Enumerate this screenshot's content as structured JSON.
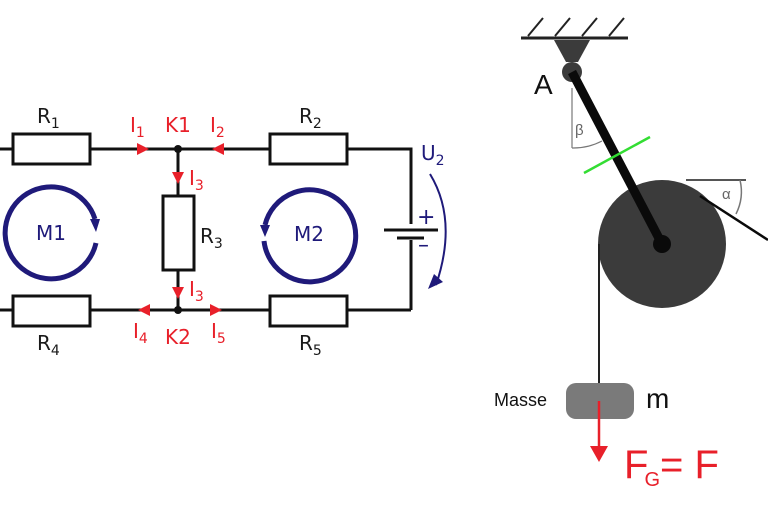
{
  "circuit": {
    "resistors": [
      {
        "id": "R1",
        "label": "R",
        "sub": "1"
      },
      {
        "id": "R2",
        "label": "R",
        "sub": "2"
      },
      {
        "id": "R3",
        "label": "R",
        "sub": "3"
      },
      {
        "id": "R4",
        "label": "R",
        "sub": "4"
      },
      {
        "id": "R5",
        "label": "R",
        "sub": "5"
      }
    ],
    "nodes": {
      "k1": "K1",
      "k2": "K2"
    },
    "currents": [
      {
        "id": "I1",
        "label": "I",
        "sub": "1"
      },
      {
        "id": "I2",
        "label": "I",
        "sub": "2"
      },
      {
        "id": "I3_top",
        "label": "I",
        "sub": "3"
      },
      {
        "id": "I3_bottom",
        "label": "I",
        "sub": "3"
      },
      {
        "id": "I4",
        "label": "I",
        "sub": "4"
      },
      {
        "id": "I5",
        "label": "I",
        "sub": "5"
      }
    ],
    "meshes": {
      "m1": "M1",
      "m2": "M2"
    },
    "source": {
      "label": "U",
      "sub": "2",
      "plus": "+",
      "minus": "–"
    },
    "colors": {
      "wire": "#111111",
      "current": "#e8202a",
      "mesh": "#1f1a7a"
    }
  },
  "mechanics": {
    "pivot_label": "A",
    "angle_beta": "β",
    "angle_alpha": "α",
    "mass_label": "Masse",
    "mass_symbol": "m",
    "force": {
      "main": "F",
      "sub": "G",
      "rest": "= F"
    },
    "colors": {
      "pulley": "#3b3b3b",
      "mass": "#7a7a7a",
      "force": "#e8202a",
      "marker": "#33dd33"
    }
  }
}
